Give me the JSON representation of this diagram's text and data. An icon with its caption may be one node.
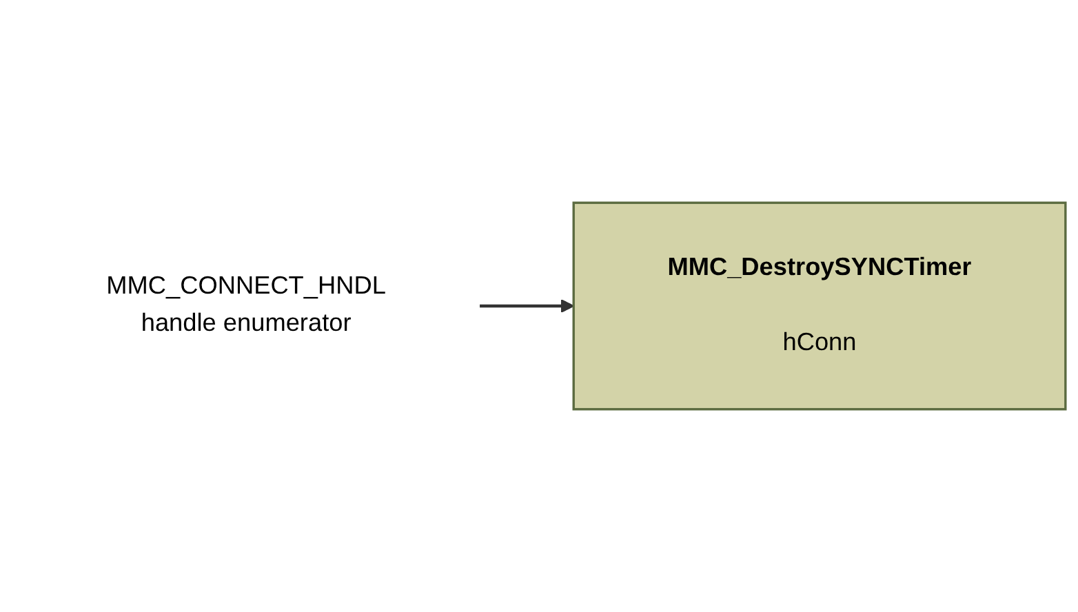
{
  "diagram": {
    "nodes": [
      {
        "text": [
          "MMC_CONNECT_HNDL",
          "handle enumerator"
        ]
      },
      {
        "text": [
          "MMC_DestroySYNCTimer",
          "hConn"
        ]
      }
    ],
    "edges": [
      {
        "from": 0,
        "to": 1,
        "arrow": "to"
      }
    ]
  }
}
